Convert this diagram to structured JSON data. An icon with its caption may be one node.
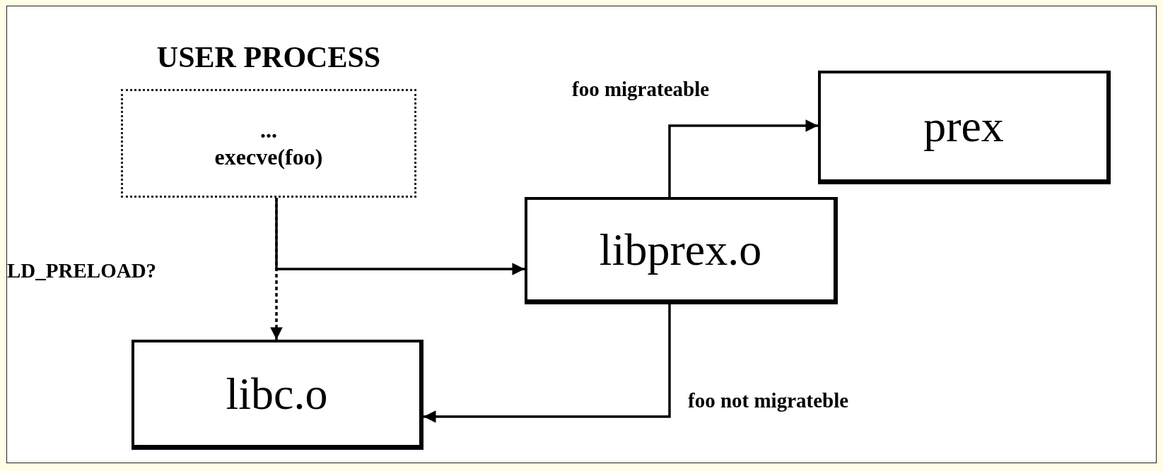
{
  "diagram": {
    "nodes": [
      {
        "text": [
          "USER PROCESS",
          "...",
          "execve(foo)"
        ]
      },
      {
        "text": [
          "prex"
        ]
      },
      {
        "text": [
          "libprex.o"
        ]
      },
      {
        "text": [
          "libc.o"
        ]
      }
    ],
    "edges": [
      {
        "from": 0,
        "to": 2,
        "arrow": "to"
      },
      {
        "from": 0,
        "to": 3,
        "arrow": "to",
        "style": "dashed"
      },
      {
        "from": 2,
        "to": 1,
        "arrow": "to",
        "label": "foo migrateable"
      },
      {
        "from": 2,
        "to": 3,
        "arrow": "to",
        "label": "foo not migrateble"
      }
    ],
    "labels": [
      "LD_PRELOAD?"
    ]
  }
}
